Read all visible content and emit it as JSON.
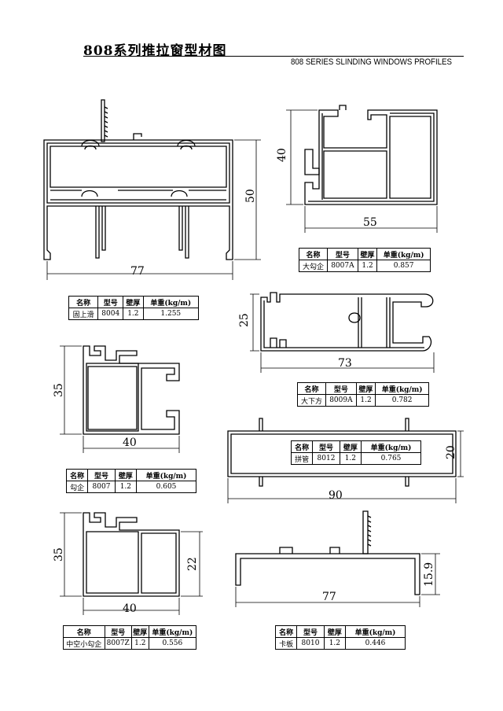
{
  "header": {
    "title_cn": "808系列推拉窗型材图",
    "title_en": "808 SERIES SLINDING WINDOWS PROFILES"
  },
  "table_headers": {
    "name": "名称",
    "model": "型号",
    "wall": "壁厚",
    "weight": "单重(kg/m)"
  },
  "profiles": [
    {
      "name": "固上滑",
      "model": "8004",
      "wall": "1.2",
      "weight": "1.255",
      "dims": [
        "77",
        "50"
      ]
    },
    {
      "name": "大勾企",
      "model": "8007A",
      "wall": "1.2",
      "weight": "0.857",
      "dims": [
        "55",
        "40"
      ]
    },
    {
      "name": "大下方",
      "model": "8009A",
      "wall": "1.2",
      "weight": "0.782",
      "dims": [
        "73",
        "25"
      ]
    },
    {
      "name": "勾企",
      "model": "8007",
      "wall": "1.2",
      "weight": "0.605",
      "dims": [
        "40",
        "35"
      ]
    },
    {
      "name": "拼管",
      "model": "8012",
      "wall": "1.2",
      "weight": "0.765",
      "dims": [
        "90",
        "20"
      ]
    },
    {
      "name": "中空小勾企",
      "model": "8007Z",
      "wall": "1.2",
      "weight": "0.556",
      "dims": [
        "40",
        "35",
        "22"
      ]
    },
    {
      "name": "卡板",
      "model": "8010",
      "wall": "1.2",
      "weight": "0.446",
      "dims": [
        "77",
        "15.9"
      ]
    }
  ]
}
